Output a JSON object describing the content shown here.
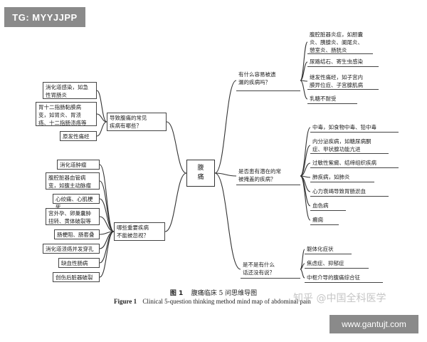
{
  "badge": {
    "text": "TG: MYYJJPP"
  },
  "root": {
    "label": "腹\n痛"
  },
  "branches": [
    {
      "question": "有什么容易被遗\n漏的疾病吗？",
      "items": [
        "腹腔脏器炎症，如胆囊\n炎、胰腺炎、阑尾炎、\n憩室炎、肠胱炎",
        "尿路结石、寄生虫感染",
        "继发性痛经，如子宫内\n膜异位症、子宫腺肌病",
        "乳糖不耐受"
      ]
    },
    {
      "question": "是否患有潜在的常\n被掩盖的疾病？",
      "items": [
        "中毒，如食物中毒、铅中毒",
        "内分泌疾病，如糖尿病酮\n症、甲状腺功能亢进",
        "过敏性紫癜、结缔组织疾病",
        "肺疾病，如肺炎",
        "心力衰竭导致胃肠淤血",
        "血色病",
        "癫痫"
      ]
    },
    {
      "question": "是不是有什么\n话还没有说？",
      "items": [
        "躯体化症状",
        "焦虑症、抑郁症",
        "中枢介导的腹痛综合征"
      ]
    },
    {
      "question": "导致腹痛的常见\n疾病有哪些？",
      "items": [
        "消化道感染，如急\n性胃肠炎",
        "胃十二指肠黏膜病\n变，如胃炎、胃溃\n疡、十二指肠溃疡等",
        "原发性痛经"
      ]
    },
    {
      "question": "哪些重要疾病\n不能被忽视？",
      "items": [
        "消化道肿瘤",
        "腹腔脏器血管病\n变，如腹主动脉瘤",
        "心绞痛、心肌梗死",
        "宫外孕、卵巢囊肿\n扭转、黄体破裂等",
        "肠梗阻、肠套叠",
        "消化道溃疡并发穿孔",
        "缺血性肠病",
        "创伤后脏器破裂"
      ]
    }
  ],
  "caption": {
    "cn_label": "图 1",
    "cn_text": "腹痛临床 5 问思维导图",
    "en_label": "Figure 1",
    "en_text": "Clinical 5-question thinking method mind map of abdominal pain"
  },
  "watermark": {
    "text": "知乎 @中国全科医学"
  },
  "site_badge": {
    "text": "www.gantujt.com"
  }
}
